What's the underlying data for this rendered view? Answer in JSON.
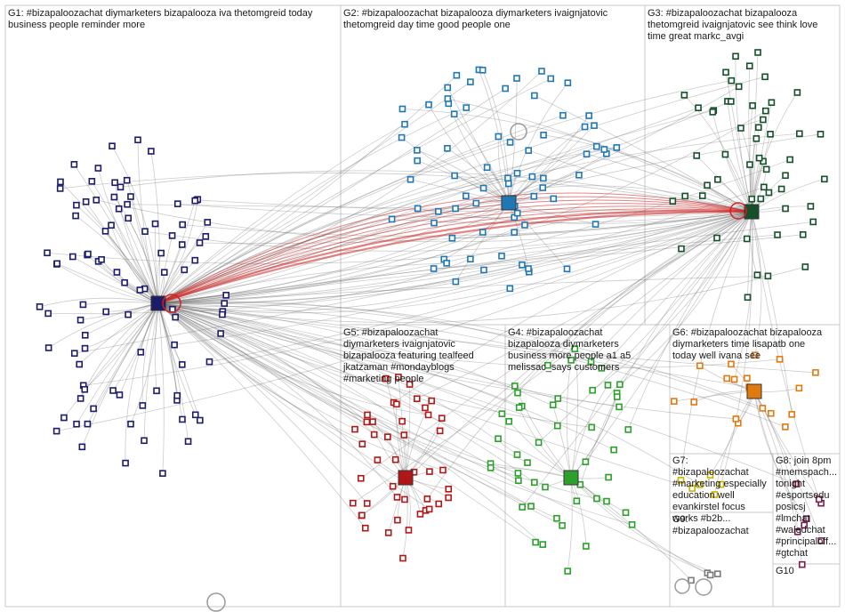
{
  "groups": [
    {
      "id": "G1",
      "lines": [
        "G1: #bizapaloozachat diymarketers bizapalooza iva thetomgreid today",
        "business people reminder more"
      ]
    },
    {
      "id": "G2",
      "lines": [
        "G2: #bizapaloozachat bizapalooza diymarketers ivaignjatovic",
        "thetomgreid day time good people one"
      ]
    },
    {
      "id": "G3",
      "lines": [
        "G3: #bizapaloozachat bizapalooza",
        "thetomgreid ivaignjatovic see think love",
        "time great markc_avgi"
      ]
    },
    {
      "id": "G4",
      "lines": [
        "G4: #bizapaloozachat",
        "bizapalooza diymarketers",
        "business more people a1 a5",
        "melissac_says customers"
      ]
    },
    {
      "id": "G5",
      "lines": [
        "G5: #bizapaloozachat",
        "diymarketers ivaignjatovic",
        "bizapalooza featuring tealfeed",
        "jkatzaman #mondayblogs",
        "#marketing people"
      ]
    },
    {
      "id": "G6",
      "lines": [
        "G6: #bizapaloozachat bizapalooza",
        "diymarketers time lisapatb one",
        "today well ivana see"
      ]
    },
    {
      "id": "G7",
      "lines": [
        "G7:",
        "#bizapaloozachat",
        "#marketing especially",
        "education well",
        "evankirstel focus",
        "works #b2b..."
      ]
    },
    {
      "id": "G8",
      "lines": [
        "G8: join 8pm",
        "#memspach...",
        "tonight",
        "#esportsedu",
        "posicsj",
        "#lmchat",
        "#waledchat",
        "#principaloff...",
        "#gtchat"
      ]
    },
    {
      "id": "G9",
      "lines": [
        "G9:",
        "#bizapaloozachat"
      ]
    },
    {
      "id": "G10",
      "lines": [
        "G10"
      ]
    }
  ],
  "colors": {
    "edge": "#6e6e6e",
    "edge_highlight": "#d42020",
    "g1_node": "#1c1c6b",
    "g2_node": "#1f78b4",
    "g3_node": "#14502a",
    "g4_node": "#2ca02c",
    "g5_node": "#b01818",
    "g6_node": "#e07a10",
    "g7_node": "#c8b400",
    "g8_node": "#7a1f4e",
    "g9_node": "#7a7a7a"
  }
}
